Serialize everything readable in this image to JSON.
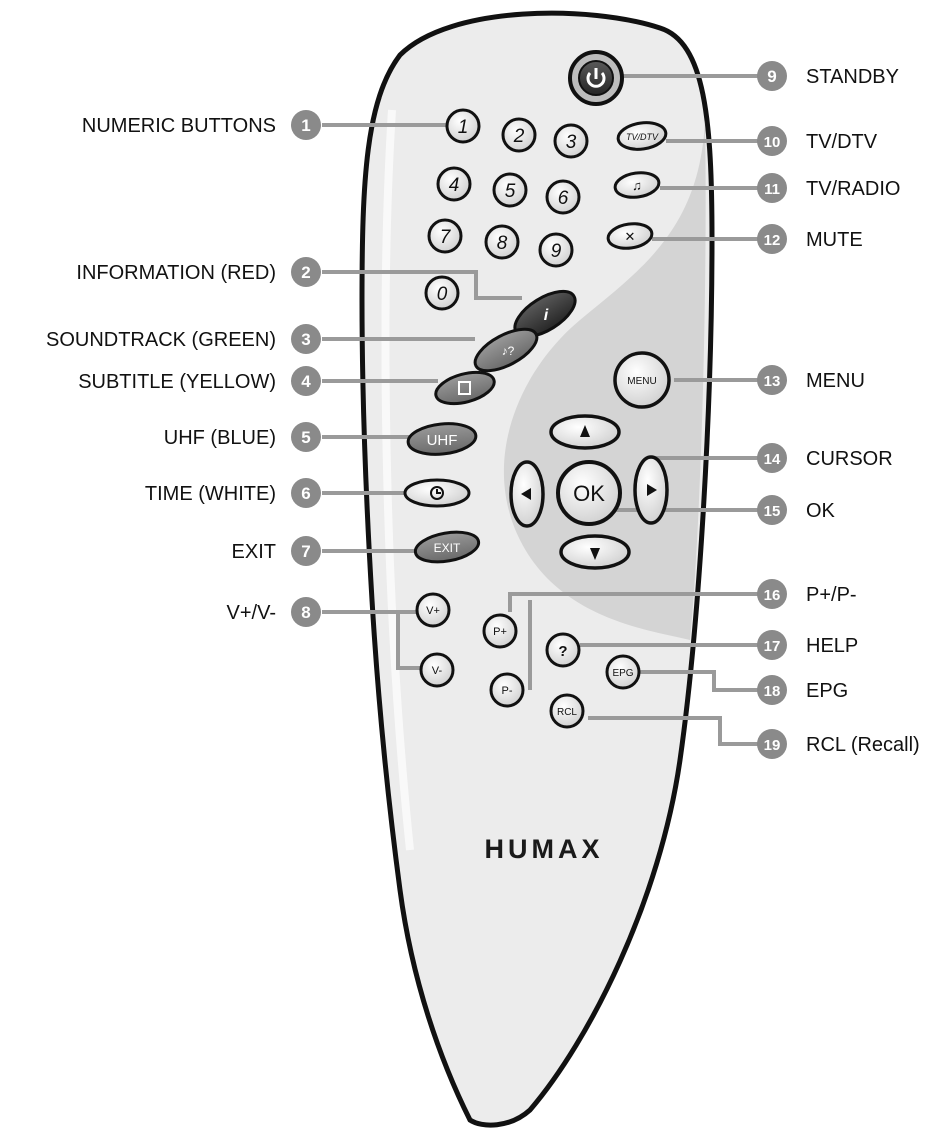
{
  "brand": "HUMAX",
  "callouts": [
    {
      "n": "1",
      "label": "NUMERIC BUTTONS"
    },
    {
      "n": "2",
      "label": "INFORMATION (RED)"
    },
    {
      "n": "3",
      "label": "SOUNDTRACK (GREEN)"
    },
    {
      "n": "4",
      "label": "SUBTITLE (YELLOW)"
    },
    {
      "n": "5",
      "label": "UHF (BLUE)"
    },
    {
      "n": "6",
      "label": "TIME (WHITE)"
    },
    {
      "n": "7",
      "label": "EXIT"
    },
    {
      "n": "8",
      "label": "V+/V-"
    },
    {
      "n": "9",
      "label": "STANDBY"
    },
    {
      "n": "10",
      "label": "TV/DTV"
    },
    {
      "n": "11",
      "label": "TV/RADIO"
    },
    {
      "n": "12",
      "label": "MUTE"
    },
    {
      "n": "13",
      "label": "MENU"
    },
    {
      "n": "14",
      "label": "CURSOR"
    },
    {
      "n": "15",
      "label": "OK"
    },
    {
      "n": "16",
      "label": "P+/P-"
    },
    {
      "n": "17",
      "label": "HELP"
    },
    {
      "n": "18",
      "label": "EPG"
    },
    {
      "n": "19",
      "label": "RCL (Recall)"
    }
  ],
  "buttons": {
    "digits": [
      "1",
      "2",
      "3",
      "4",
      "5",
      "6",
      "7",
      "8",
      "9",
      "0"
    ],
    "tv_dtv": "TV/DTV",
    "menu": "MENU",
    "uhf": "UHF",
    "exit": "EXIT",
    "ok": "OK",
    "v_plus": "V+",
    "v_minus": "V-",
    "p_plus": "P+",
    "p_minus": "P-",
    "help": "?",
    "epg": "EPG",
    "rcl": "RCL",
    "info": "i"
  },
  "colors": {
    "body": "#ececec",
    "body_shade": "#d2d2d2",
    "outline": "#111111",
    "callout_circle": "#8a8a8a",
    "leader": "#9a9a9a",
    "btn_dark": "#3a3a3a",
    "btn_mid": "#7a7a7a"
  }
}
